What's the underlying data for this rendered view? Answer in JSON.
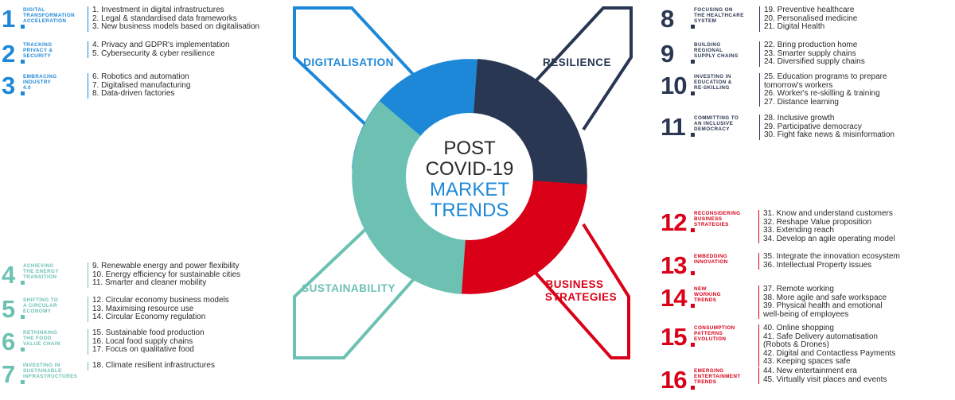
{
  "center_title": {
    "line1": "POST",
    "line2": "COVID-19",
    "line3": "MARKET",
    "line4": "TRENDS"
  },
  "colors": {
    "digital": "#1e88d8",
    "resilience": "#2a3752",
    "sustainability": "#6cc1b3",
    "business": "#d90017",
    "text": "#2a2a2a"
  },
  "themes": {
    "digitalisation": "DIGITALISATION",
    "resilience": "RESILIENCE",
    "sustainability": "SUSTAINABILITY",
    "business_line1": "BUSINESS",
    "business_line2": "STRATEGIES"
  },
  "groups": {
    "digital": [
      {
        "number": "1",
        "title_lines": [
          "DIGITAL",
          "TRANSFORMATION",
          "ACCELERATION"
        ],
        "items": [
          "1. Investment in digital infrastructures",
          "2. Legal & standardised data frameworks",
          "3. New business models based on digitalisation"
        ]
      },
      {
        "number": "2",
        "title_lines": [
          "TRACKING",
          "PRIVACY &",
          "SECURITY"
        ],
        "items": [
          "4. Privacy and GDPR's implementation",
          "5. Cybersecurity & cyber resilience"
        ]
      },
      {
        "number": "3",
        "title_lines": [
          "EMBRACING",
          "INDUSTRY",
          "4.0"
        ],
        "items": [
          "6. Robotics and automation",
          "7. Digitalised manufacturing",
          "8. Data-driven factories"
        ]
      }
    ],
    "resilience": [
      {
        "number": "8",
        "title_lines": [
          "FOCUSING ON",
          "THE HEALTHCARE",
          "SYSTEM"
        ],
        "items": [
          "19. Preventive healthcare",
          "20. Personalised medicine",
          "21. Digital Health"
        ]
      },
      {
        "number": "9",
        "title_lines": [
          "BUILDING",
          "REGIONAL",
          "SUPPLY CHAINS"
        ],
        "items": [
          "22. Bring production home",
          "23. Smarter supply chains",
          "24. Diversified supply chains"
        ]
      },
      {
        "number": "10",
        "title_lines": [
          "INVESTING IN",
          "EDUCATION &",
          "RE-SKILLING"
        ],
        "items": [
          "25. Education programs to prepare tomorrow's workers",
          "26. Worker's re-skilling & training",
          "27. Distance learning"
        ]
      },
      {
        "number": "11",
        "title_lines": [
          "COMMITTING TO",
          "AN INCLUSIVE",
          "DEMOCRACY"
        ],
        "items": [
          "28. Inclusive growth",
          "29. Participative democracy",
          "30. Fight fake news & misinformation"
        ]
      }
    ],
    "sustainability": [
      {
        "number": "4",
        "title_lines": [
          "ACHIEVING",
          "THE ENERGY",
          "TRANSITION"
        ],
        "items": [
          "9. Renewable energy and power flexibility",
          "10. Energy efficiency for sustainable cities",
          "11. Smarter and cleaner mobility"
        ]
      },
      {
        "number": "5",
        "title_lines": [
          "SHIFTING TO",
          "A CIRCULAR",
          "ECONOMY"
        ],
        "items": [
          "12. Circular economy business models",
          "13. Maximising resource use",
          "14. Circular Economy regulation"
        ]
      },
      {
        "number": "6",
        "title_lines": [
          "RETHINKING",
          "THE FOOD",
          "VALUE CHAIN"
        ],
        "items": [
          "15. Sustainable food production",
          "16. Local food supply chains",
          "17. Focus on qualitative food"
        ]
      },
      {
        "number": "7",
        "title_lines": [
          "INVESTING IN",
          "SUSTAINABLE",
          "INFRASTRUCTURES"
        ],
        "items": [
          "18. Climate resilient infrastructures"
        ]
      }
    ],
    "business": [
      {
        "number": "12",
        "title_lines": [
          "RECONSIDERING",
          "BUSINESS",
          "STRATEGIES"
        ],
        "items": [
          "31. Know and understand customers",
          "32. Reshape Value proposition",
          "33. Extending reach",
          "34. Develop an agile operating model"
        ]
      },
      {
        "number": "13",
        "title_lines": [
          "EMBEDDING",
          "INNOVATION"
        ],
        "items": [
          "35. Integrate the innovation ecosystem",
          "36. Intellectual Property issues"
        ]
      },
      {
        "number": "14",
        "title_lines": [
          "NEW",
          "WORKING",
          "TRENDS"
        ],
        "items": [
          "37. Remote working",
          "38. More agile and safe workspace",
          "39. Physical health and emotional well-being of employees"
        ]
      },
      {
        "number": "15",
        "title_lines": [
          "CONSUMPTION",
          "PATTERNS",
          "EVOLUTION"
        ],
        "items": [
          "40. Online shopping",
          "41. Safe Delivery automatisation (Robots & Drones)",
          "42. Digital and Contactless Payments",
          "43. Keeping spaces safe"
        ]
      },
      {
        "number": "16",
        "title_lines": [
          "EMERGING",
          "ENTERTAINMENT",
          "TRENDS"
        ],
        "items": [
          "44. New entertainment era",
          "45. Virtually visit places and events"
        ]
      }
    ]
  }
}
